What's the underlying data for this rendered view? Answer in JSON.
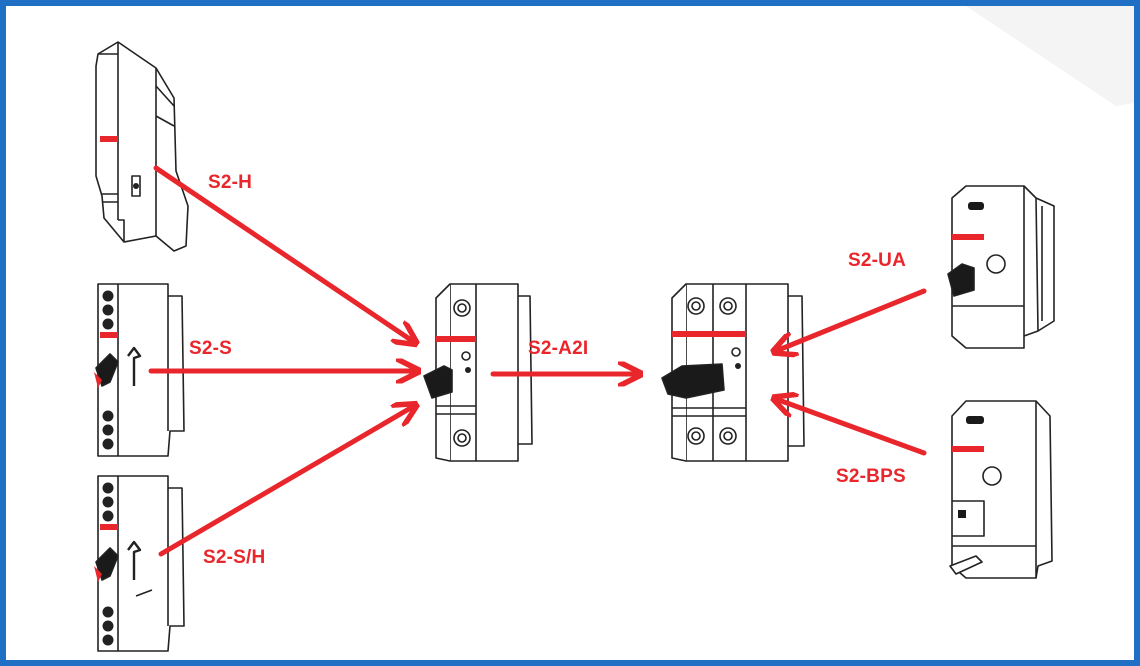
{
  "labels": {
    "s2_h": "S2-H",
    "s2_s": "S2-S",
    "s2_sh": "S2-S/H",
    "s2_a2i": "S2-A2I",
    "s2_ua": "S2-UA",
    "s2_bps": "S2-BPS"
  },
  "colors": {
    "frame": "#1f6fc4",
    "accent": "#e8262b",
    "line": "#222222",
    "handle": "#1a1a1a"
  }
}
